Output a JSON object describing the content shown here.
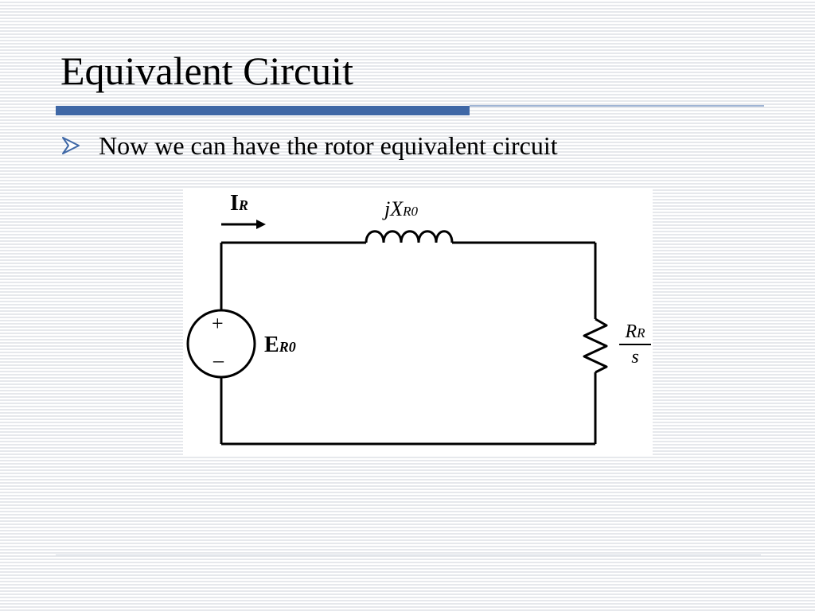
{
  "slide": {
    "title": "Equivalent Circuit",
    "bullet": "Now we can have the rotor equivalent circuit"
  },
  "diagram": {
    "current_label": "I",
    "current_sub": "R",
    "reactance_label": "jX",
    "reactance_sub": "R0",
    "source_label": "E",
    "source_sub": "R0",
    "source_plus": "+",
    "source_minus": "–",
    "resistance_num": "R",
    "resistance_num_sub": "R",
    "resistance_den": "s"
  },
  "colors": {
    "accent": "#3e67a6",
    "accent_light": "#9fb4d4",
    "footer_rule": "#d6dbe4"
  }
}
